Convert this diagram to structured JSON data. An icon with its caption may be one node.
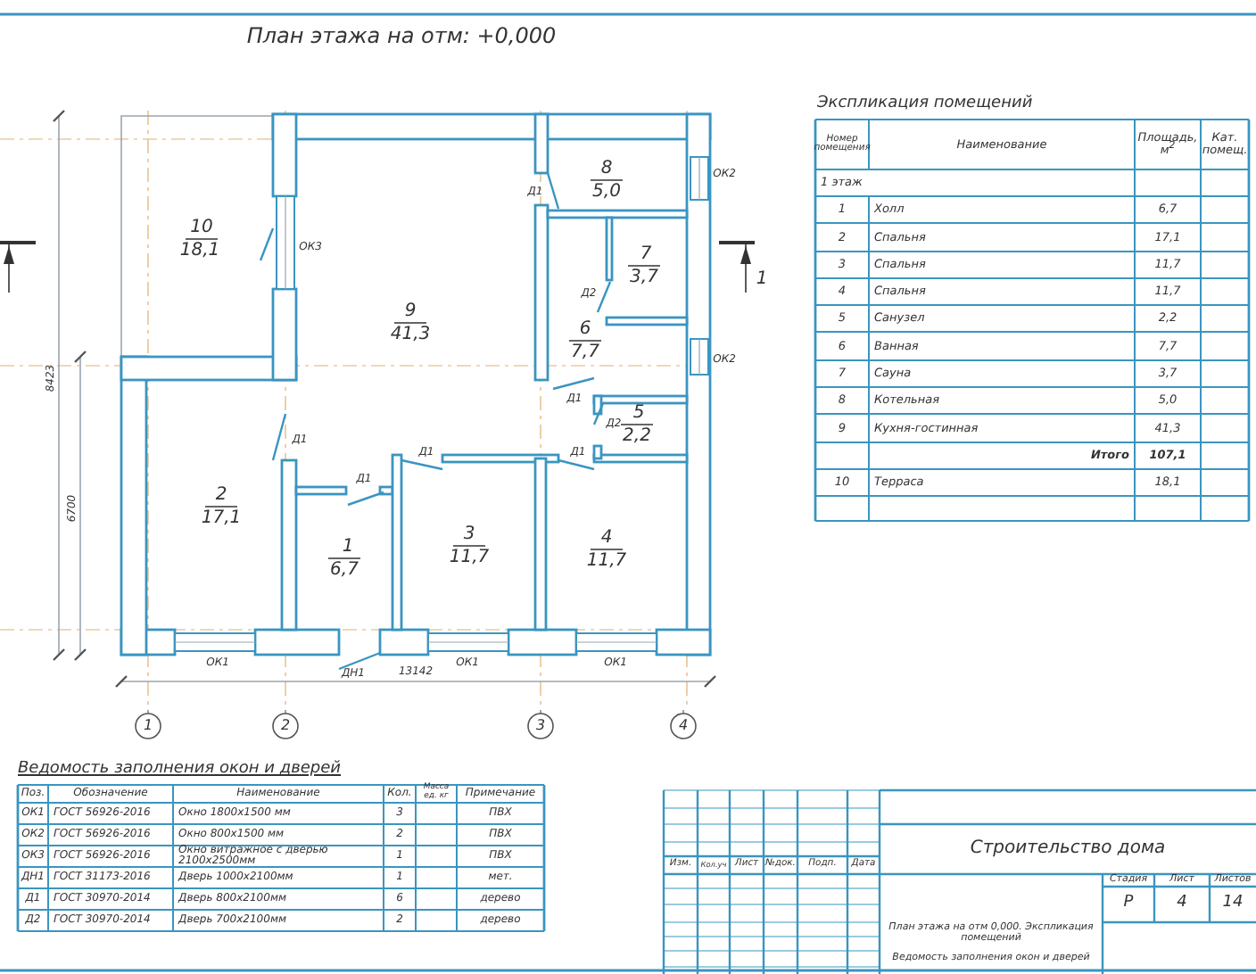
{
  "diagram": {
    "title": "План этажа на отм: +0,000",
    "labels": [
      "10",
      "18,1",
      "ОК3",
      "Д1",
      "8",
      "5,0",
      "ОК2",
      "7",
      "3,7",
      "Д2",
      "9",
      "41,3",
      "6",
      "7,7",
      "ОК2",
      "Д1",
      "5",
      "Д2",
      "2,2",
      "Д1",
      "Д1",
      "Д1",
      "2",
      "17,1",
      "Д1",
      "3",
      "11,7",
      "1",
      "6,7",
      "4",
      "11,7",
      "ОК1",
      "ДН1",
      "ОК1",
      "ОК1",
      "13142",
      "8423",
      "6700",
      "1",
      "2",
      "3",
      "4",
      "1",
      "Экспликация помещений",
      "Номер помещения",
      "Наименование",
      "Площадь, м$^{2}$",
      "Кат. помещ.",
      "1 этаж",
      "1",
      "Холл",
      "6,7",
      "2",
      "Спальня",
      "17,1",
      "3",
      "Спальня",
      "11,7",
      "4",
      "Спальня",
      "11,7",
      "5",
      "Санузел",
      "2,2",
      "6",
      "Ванная",
      "7,7",
      "7",
      "Сауна",
      "3,7",
      "8",
      "Котельная",
      "5,0",
      "9",
      "Кухня-гостинная",
      "41,3",
      "Итого",
      "107,1",
      "10",
      "Терраса",
      "18,1",
      "Ведомость заполнения окон и дверей",
      "Поз.",
      "Обозначение",
      "Наименование",
      "Кол.",
      "Масса ед. кг",
      "Примечание",
      "ОК1",
      "ГОСТ 56926-2016",
      "Окно 1800х1500 мм",
      "3",
      "ПВХ",
      "ОК2",
      "ГОСТ 56926-2016",
      "Окно 800х1500 мм",
      "2",
      "ПВХ",
      "ОК3",
      "ГОСТ 56926-2016",
      "Окно витражное с дверью 2100х2500мм",
      "1",
      "ПВХ",
      "ДН1",
      "ГОСТ 31173-2016",
      "Дверь 1000х2100мм",
      "1",
      "мет.",
      "Д1",
      "ГОСТ 30970-2014",
      "Дверь 800х2100мм",
      "6",
      "дерево",
      "Д2",
      "ГОСТ 30970-2014",
      "Дверь 700х2100мм",
      "2",
      "дерево",
      "Изм.",
      "Кол.уч",
      "Лист",
      "№док.",
      "Подп.",
      "Дата",
      "Строительство дома",
      "Стадия",
      "Лист",
      "Листов",
      "Р",
      "4",
      "14",
      "План этажа на отм 0,000. Экспликация помещений",
      "Ведомость заполнения окон и дверей"
    ]
  }
}
